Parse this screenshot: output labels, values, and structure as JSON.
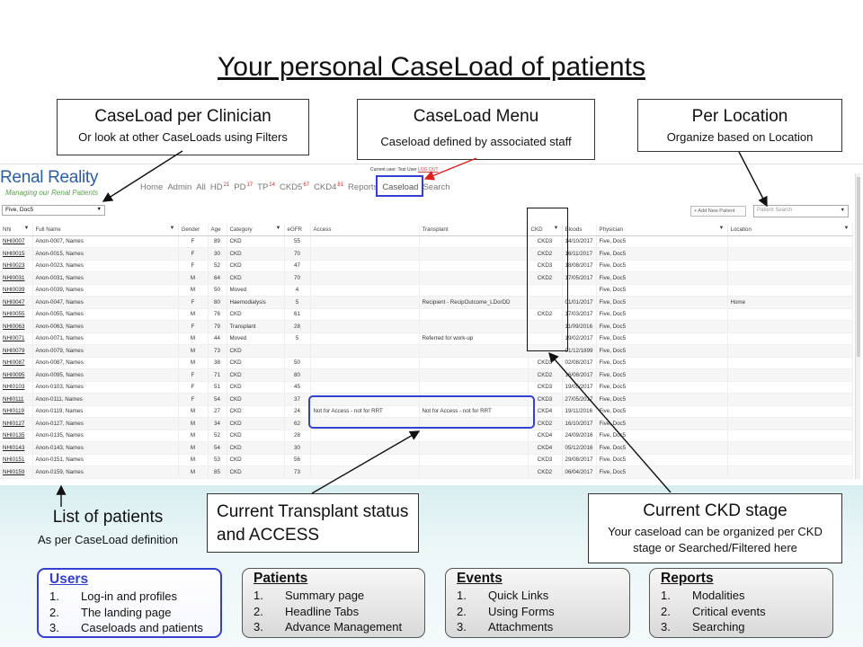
{
  "title": "Your personal CaseLoad of patients",
  "callouts": {
    "clinician": {
      "title": "CaseLoad per Clinician",
      "sub": "Or look at other CaseLoads using Filters"
    },
    "menu": {
      "title": "CaseLoad Menu",
      "sub": "Caseload defined by associated staff"
    },
    "location": {
      "title": "Per Location",
      "sub": "Organize based on Location"
    },
    "patients": {
      "title": "List of patients",
      "sub": "As per CaseLoad definition"
    },
    "transplant": {
      "title": "Current Transplant status and ACCESS"
    },
    "ckd": {
      "title": "Current CKD stage",
      "sub": "Your caseload can be organized per CKD stage or Searched/Filtered here"
    }
  },
  "app": {
    "logo_main": "Renal Reality",
    "logo_sub": "Managing our Renal Patients",
    "user_prefix": "Current user: Test User",
    "logout": "LOG OUT",
    "nav": [
      {
        "label": "Home",
        "count": ""
      },
      {
        "label": "Admin",
        "count": ""
      },
      {
        "label": "All",
        "count": ""
      },
      {
        "label": "HD",
        "count": "21"
      },
      {
        "label": "PD",
        "count": "17"
      },
      {
        "label": "TP",
        "count": "14"
      },
      {
        "label": "CKD5",
        "count": "67"
      },
      {
        "label": "CKD4",
        "count": "81"
      },
      {
        "label": "Reports",
        "count": ""
      },
      {
        "label": "Caseload",
        "count": ""
      },
      {
        "label": "Search",
        "count": ""
      }
    ],
    "clinician_select": "Five, Doc5",
    "add_patient": "+ Add New Patient",
    "patient_search_placeholder": "Patient Search",
    "columns": [
      "Nhi",
      "Full Name",
      "Gender",
      "Age",
      "Category",
      "eGFR",
      "Access",
      "Transplant",
      "CKD",
      "Bloods",
      "Physician",
      "Location"
    ],
    "rows": [
      [
        "NHI0007",
        "Anon-0007, Names",
        "F",
        "89",
        "CKD",
        "55",
        "",
        "",
        "CKD3",
        "14/10/2017",
        "Five, Doc5",
        ""
      ],
      [
        "NHI0015",
        "Anon-0015, Names",
        "F",
        "30",
        "CKD",
        "70",
        "",
        "",
        "CKD2",
        "16/11/2017",
        "Five, Doc5",
        ""
      ],
      [
        "NHI0023",
        "Anon-0023, Names",
        "F",
        "52",
        "CKD",
        "47",
        "",
        "",
        "CKD3",
        "18/08/2017",
        "Five, Doc5",
        ""
      ],
      [
        "NHI0031",
        "Anon-0031, Names",
        "M",
        "64",
        "CKD",
        "70",
        "",
        "",
        "CKD2",
        "17/05/2017",
        "Five, Doc5",
        ""
      ],
      [
        "NHI0039",
        "Anon-0039, Names",
        "M",
        "50",
        "Moved",
        "4",
        "",
        "",
        "",
        "",
        "Five, Doc5",
        ""
      ],
      [
        "NHI0047",
        "Anon-0047, Names",
        "F",
        "80",
        "Haemodialysis",
        "5",
        "",
        "Recipient - RecipOutcome_LDorDD",
        "",
        "01/01/2017",
        "Five, Doc5",
        "Home"
      ],
      [
        "NHI0055",
        "Anon-0055, Names",
        "M",
        "76",
        "CKD",
        "61",
        "",
        "",
        "CKD2",
        "17/03/2017",
        "Five, Doc5",
        ""
      ],
      [
        "NHI0063",
        "Anon-0063, Names",
        "F",
        "79",
        "Transplant",
        "28",
        "",
        "",
        "",
        "11/09/2016",
        "Five, Doc5",
        ""
      ],
      [
        "NHI0071",
        "Anon-0071, Names",
        "M",
        "44",
        "Moved",
        "5",
        "",
        "Referred for work-up",
        "",
        "19/02/2017",
        "Five, Doc5",
        ""
      ],
      [
        "NHI0079",
        "Anon-0079, Names",
        "M",
        "73",
        "CKD",
        "",
        "",
        "",
        "",
        "01/12/1899",
        "Five, Doc5",
        ""
      ],
      [
        "NHI0087",
        "Anon-0087, Names",
        "M",
        "38",
        "CKD",
        "50",
        "",
        "",
        "CKD3",
        "02/08/2017",
        "Five, Doc5",
        ""
      ],
      [
        "NHI0095",
        "Anon-0095, Names",
        "F",
        "71",
        "CKD",
        "80",
        "",
        "",
        "CKD2",
        "16/08/2017",
        "Five, Doc5",
        ""
      ],
      [
        "NHI0103",
        "Anon-0103, Names",
        "F",
        "51",
        "CKD",
        "45",
        "",
        "",
        "CKD3",
        "19/05/2017",
        "Five, Doc5",
        ""
      ],
      [
        "NHI0111",
        "Anon-0111, Names",
        "F",
        "54",
        "CKD",
        "37",
        "",
        "",
        "CKD3",
        "27/05/2017",
        "Five, Doc5",
        ""
      ],
      [
        "NHI0119",
        "Anon-0119, Names",
        "M",
        "27",
        "CKD",
        "24",
        "Not for Access - not for RRT",
        "Not for Access - not for RRT",
        "CKD4",
        "19/11/2016",
        "Five, Doc5",
        ""
      ],
      [
        "NHI0127",
        "Anon-0127, Names",
        "M",
        "34",
        "CKD",
        "62",
        "",
        "",
        "CKD2",
        "16/10/2017",
        "Five, Doc5",
        ""
      ],
      [
        "NHI0135",
        "Anon-0135, Names",
        "M",
        "52",
        "CKD",
        "28",
        "",
        "",
        "CKD4",
        "24/09/2016",
        "Five, Doc5",
        ""
      ],
      [
        "NHI0143",
        "Anon-0143, Names",
        "M",
        "54",
        "CKD",
        "30",
        "",
        "",
        "CKD4",
        "05/12/2016",
        "Five, Doc5",
        ""
      ],
      [
        "NHI0151",
        "Anon-0151, Names",
        "M",
        "53",
        "CKD",
        "56",
        "",
        "",
        "CKD3",
        "29/08/2017",
        "Five, Doc5",
        ""
      ],
      [
        "NHI0159",
        "Anon-0159, Names",
        "M",
        "85",
        "CKD",
        "73",
        "",
        "",
        "CKD2",
        "06/04/2017",
        "Five, Doc5",
        ""
      ]
    ]
  },
  "nav_boxes": [
    {
      "heading": "Users",
      "items": [
        "Log-in and profiles",
        "The landing page",
        "Caseloads and patients"
      ],
      "active": true
    },
    {
      "heading": "Patients",
      "items": [
        "Summary page",
        "Headline Tabs",
        "Advance Management"
      ],
      "active": false
    },
    {
      "heading": "Events",
      "items": [
        "Quick Links",
        "Using Forms",
        "Attachments"
      ],
      "active": false
    },
    {
      "heading": "Reports",
      "items": [
        "Modalities",
        "Critical events",
        "Searching"
      ],
      "active": false
    }
  ],
  "colors": {
    "highlight": "#3340d0",
    "arrow_red": "#e02020",
    "logo_blue": "#2a5ea8",
    "logo_green": "#5aa04a",
    "count_red": "#d42a2a"
  }
}
